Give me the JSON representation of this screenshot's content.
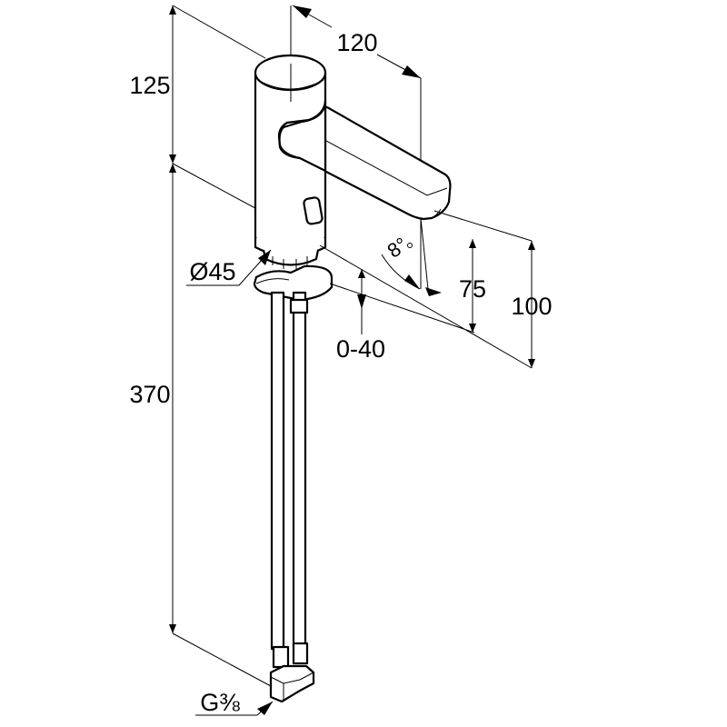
{
  "drawing": {
    "dimensions": {
      "total_height_top": "125",
      "spout_reach": "120",
      "lower_height": "370",
      "body_diameter": "Ø45",
      "mount_thickness": "0-40",
      "spout_height": "75",
      "body_to_spout_height": "100",
      "spray_angle": "8°",
      "connection_thread": "G⅜"
    },
    "line_color": "#000000",
    "background_color": "#ffffff"
  }
}
